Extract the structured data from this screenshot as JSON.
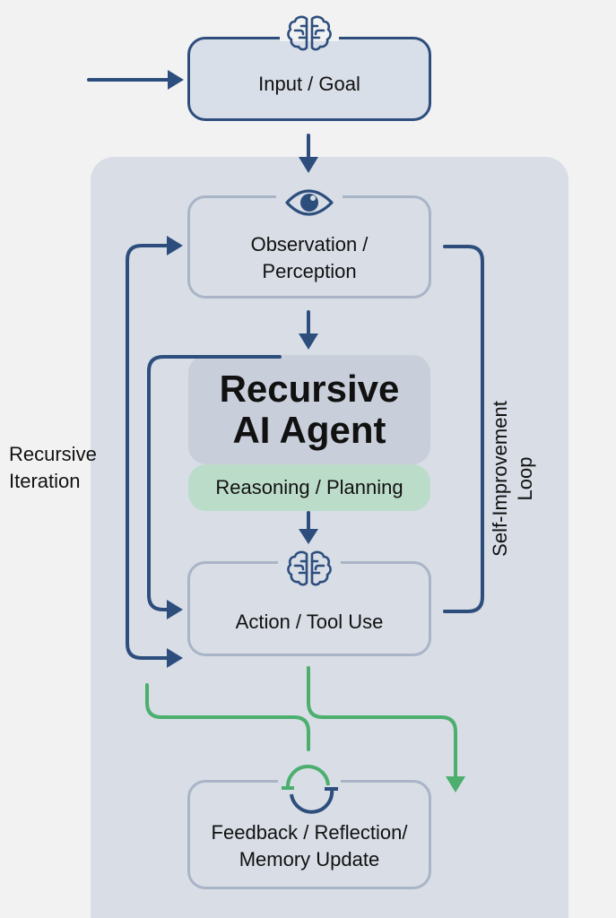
{
  "diagram": {
    "title": "Recursive AI Agent",
    "subtitle": "Reasoning / Planning",
    "nodes": {
      "input": {
        "label": "Input / Goal",
        "icon": "brain-icon"
      },
      "observation": {
        "label_line1": "Observation /",
        "label_line2": "Perception",
        "icon": "eye-icon"
      },
      "action": {
        "label": "Action / Tool Use",
        "icon": "brain-icon"
      },
      "feedback": {
        "label_line1": "Feedback / Reflection/",
        "label_line2": "Memory Update",
        "icon": "refresh-cycle-icon"
      }
    },
    "loops": {
      "left_line1": "Recursive",
      "left_line2": "Iteration",
      "right_line1": "Self-Improvement",
      "right_line2": "Loop"
    },
    "colors": {
      "primary_blue": "#2d4e7d",
      "accent_green": "#4caf6e",
      "reasoning_fill": "#bcdcca",
      "panel_fill": "#d8dde6",
      "node_border_light": "#a9b5c6"
    }
  }
}
